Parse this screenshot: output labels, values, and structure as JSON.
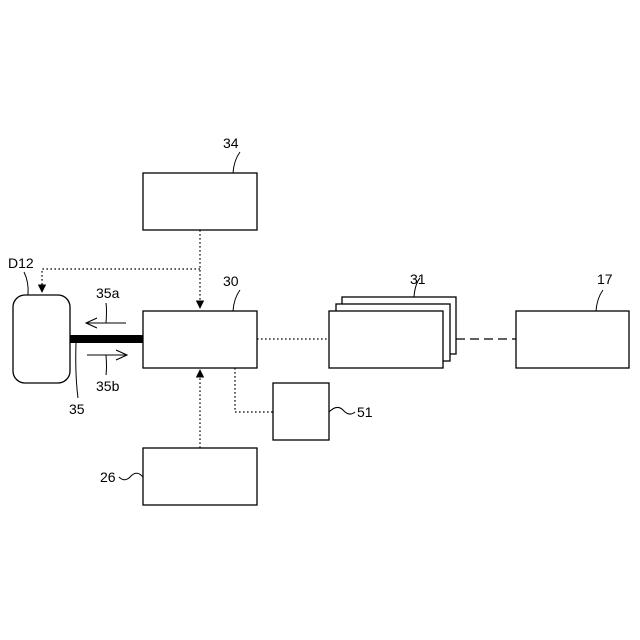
{
  "labels": {
    "block_34": "34",
    "block_30": "30",
    "block_31": "31",
    "block_17": "17",
    "block_51": "51",
    "block_26": "26",
    "device_d12": "D12",
    "link_35": "35",
    "arrow_35a": "35a",
    "arrow_35b": "35b"
  }
}
